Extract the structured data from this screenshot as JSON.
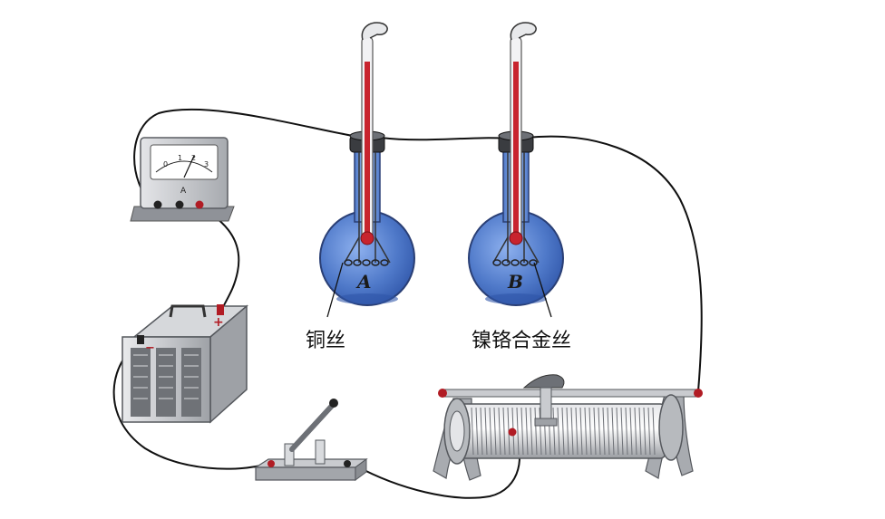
{
  "labels": {
    "flask_a_letter": "A",
    "flask_b_letter": "B",
    "flask_a_wire": "铜丝",
    "flask_b_wire": "镍铬合金丝",
    "ammeter_letter": "A",
    "battery_plus": "+",
    "battery_minus": "−"
  },
  "meter_scale": [
    "0",
    "1",
    "2",
    "3"
  ],
  "icons": {
    "ammeter": "ammeter-icon",
    "battery": "battery-icon",
    "switch": "knife-switch-icon",
    "rheostat": "sliding-rheostat-icon",
    "thermometer": "thermometer-icon",
    "flask": "flask-icon"
  },
  "colors": {
    "wire": "#111111",
    "liquid": "#4f79c9",
    "mercury": "#c8242e",
    "metal": "#b9bcc2",
    "dark_metal": "#6d7076"
  }
}
